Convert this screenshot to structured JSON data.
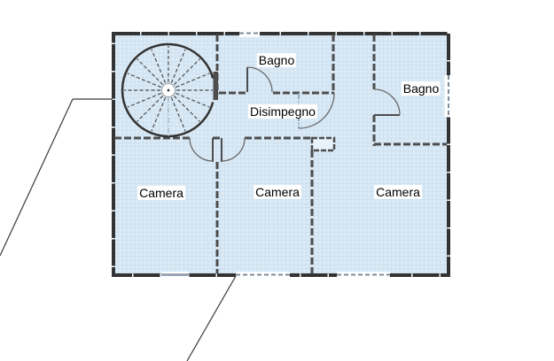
{
  "colors": {
    "floor_fill": "#daeaf6",
    "grid_line": "#c3d7e9",
    "wall": "#333333",
    "wall_inner": "#4d4d4d",
    "window": "#7e8e9c",
    "door": "#6a6a6a",
    "label_bg": "#ffffff",
    "label_text": "#000000",
    "site_line": "#3a3a3a"
  },
  "floorplan": {
    "rooms": [
      {
        "id": "bagno-center",
        "label": "Bagno"
      },
      {
        "id": "bagno-right",
        "label": "Bagno"
      },
      {
        "id": "disimpegno",
        "label": "Disimpegno"
      },
      {
        "id": "camera-left",
        "label": "Camera"
      },
      {
        "id": "camera-center",
        "label": "Camera"
      },
      {
        "id": "camera-right",
        "label": "Camera"
      }
    ]
  }
}
